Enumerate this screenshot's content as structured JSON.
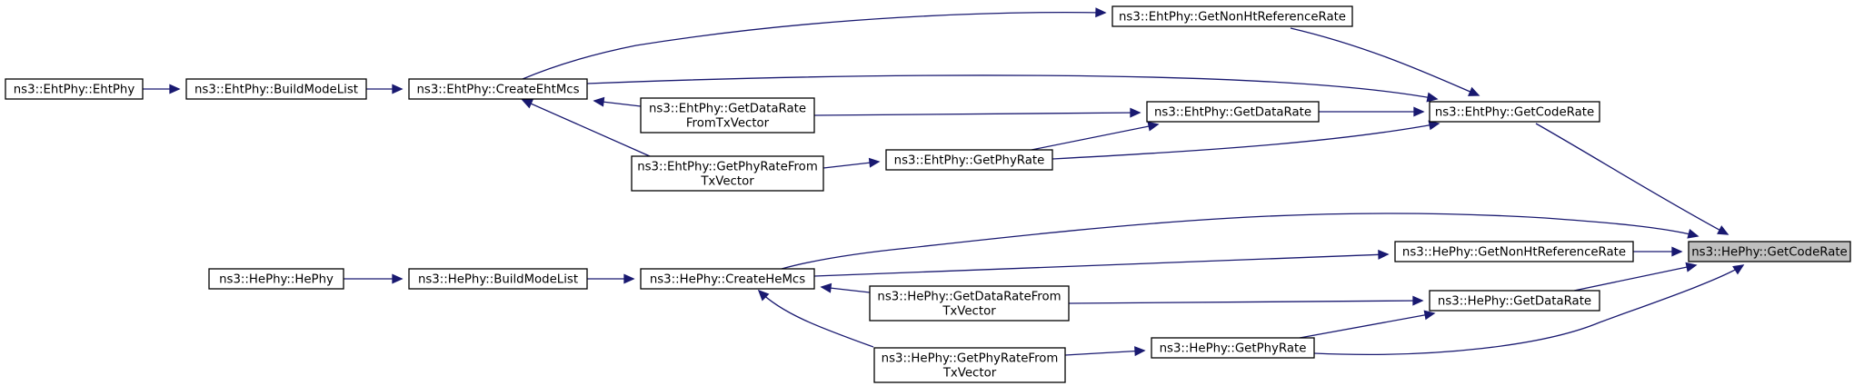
{
  "graph": {
    "type": "caller-graph",
    "edge_color": "#191970",
    "highlight_color": "#bfbfbf",
    "nodes": {
      "target": {
        "label": "ns3::HePhy::GetCodeRate",
        "highlighted": true
      },
      "eht_getcoderate": {
        "label": "ns3::EhtPhy::GetCodeRate"
      },
      "eht_getnonht": {
        "label": "ns3::EhtPhy::GetNonHtReferenceRate"
      },
      "eht_createmcs": {
        "label": "ns3::EhtPhy::CreateEhtMcs"
      },
      "eht_buildmodelist": {
        "label": "ns3::EhtPhy::BuildModeList"
      },
      "eht_ctor": {
        "label": "ns3::EhtPhy::EhtPhy"
      },
      "eht_getdatarate": {
        "label": "ns3::EhtPhy::GetDataRate"
      },
      "eht_getdataratefromtx": {
        "label_lines": [
          "ns3::EhtPhy::GetDataRate",
          "FromTxVector"
        ]
      },
      "eht_getphyrate": {
        "label": "ns3::EhtPhy::GetPhyRate"
      },
      "eht_getphyratefromtx": {
        "label_lines": [
          "ns3::EhtPhy::GetPhyRateFrom",
          "TxVector"
        ]
      },
      "he_getnonht": {
        "label": "ns3::HePhy::GetNonHtReferenceRate"
      },
      "he_createmcs": {
        "label": "ns3::HePhy::CreateHeMcs"
      },
      "he_buildmodelist": {
        "label": "ns3::HePhy::BuildModeList"
      },
      "he_ctor": {
        "label": "ns3::HePhy::HePhy"
      },
      "he_getdatarate": {
        "label": "ns3::HePhy::GetDataRate"
      },
      "he_getdataratefromtx": {
        "label_lines": [
          "ns3::HePhy::GetDataRateFrom",
          "TxVector"
        ]
      },
      "he_getphyrate": {
        "label": "ns3::HePhy::GetPhyRate"
      },
      "he_getphyratefromtx": {
        "label_lines": [
          "ns3::HePhy::GetPhyRateFrom",
          "TxVector"
        ]
      }
    },
    "edges": [
      [
        "eht_getcoderate",
        "target"
      ],
      [
        "eht_getnonht",
        "eht_getcoderate"
      ],
      [
        "eht_createmcs",
        "eht_getcoderate"
      ],
      [
        "eht_getdatarate",
        "eht_getcoderate"
      ],
      [
        "eht_getphyrate",
        "eht_getcoderate"
      ],
      [
        "eht_createmcs",
        "eht_getnonht"
      ],
      [
        "eht_buildmodelist",
        "eht_createmcs"
      ],
      [
        "eht_ctor",
        "eht_buildmodelist"
      ],
      [
        "eht_getdataratefromtx",
        "eht_getdatarate"
      ],
      [
        "eht_getphyrate",
        "eht_getdatarate"
      ],
      [
        "eht_getdataratefromtx",
        "eht_createmcs"
      ],
      [
        "eht_getphyratefromtx",
        "eht_createmcs"
      ],
      [
        "eht_getphyratefromtx",
        "eht_getphyrate"
      ],
      [
        "he_createmcs",
        "target"
      ],
      [
        "he_getnonht",
        "target"
      ],
      [
        "he_getdatarate",
        "target"
      ],
      [
        "he_getphyrate",
        "target"
      ],
      [
        "he_createmcs",
        "he_getnonht"
      ],
      [
        "he_buildmodelist",
        "he_createmcs"
      ],
      [
        "he_ctor",
        "he_buildmodelist"
      ],
      [
        "he_getdataratefromtx",
        "he_getdatarate"
      ],
      [
        "he_getphyrate",
        "he_getdatarate"
      ],
      [
        "he_getdataratefromtx",
        "he_createmcs"
      ],
      [
        "he_getphyratefromtx",
        "he_createmcs"
      ],
      [
        "he_getphyratefromtx",
        "he_getphyrate"
      ]
    ]
  }
}
